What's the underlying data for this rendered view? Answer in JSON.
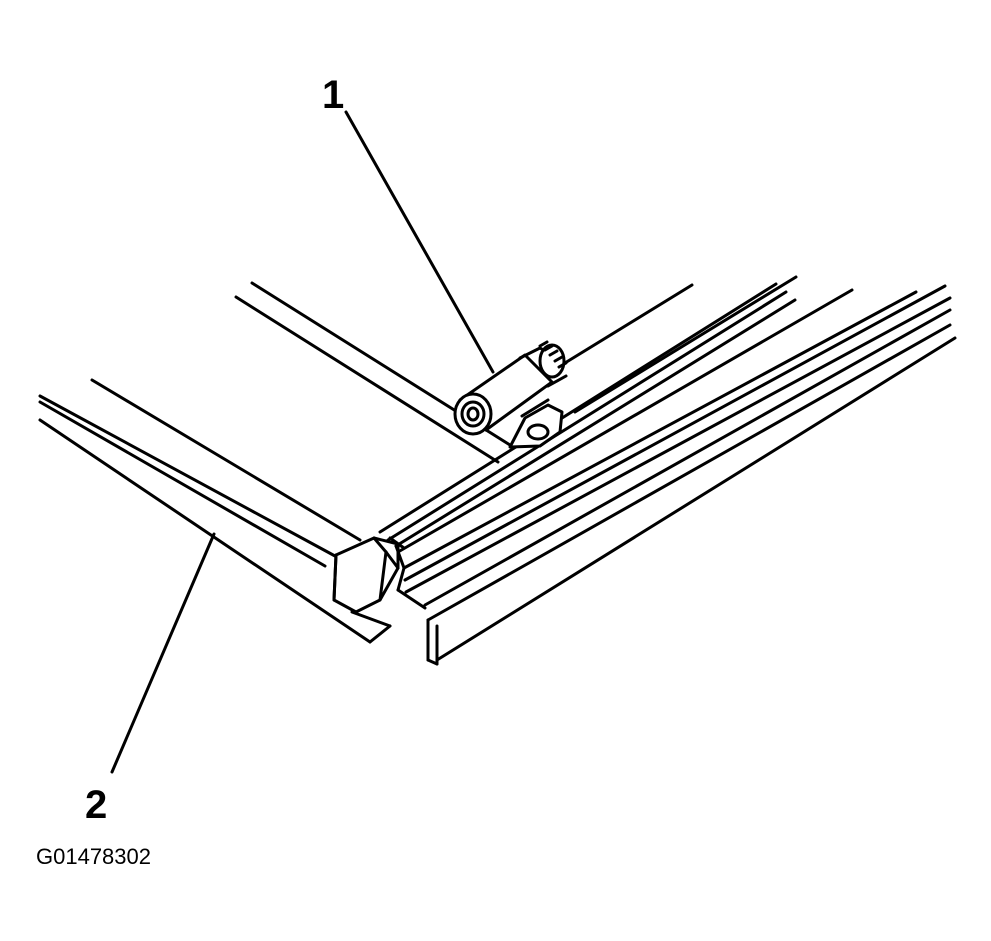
{
  "callouts": [
    {
      "number": "1"
    },
    {
      "number": "2"
    }
  ],
  "figure_id": "G01478302",
  "colors": {
    "ink": "#000000",
    "paper": "#ffffff"
  }
}
